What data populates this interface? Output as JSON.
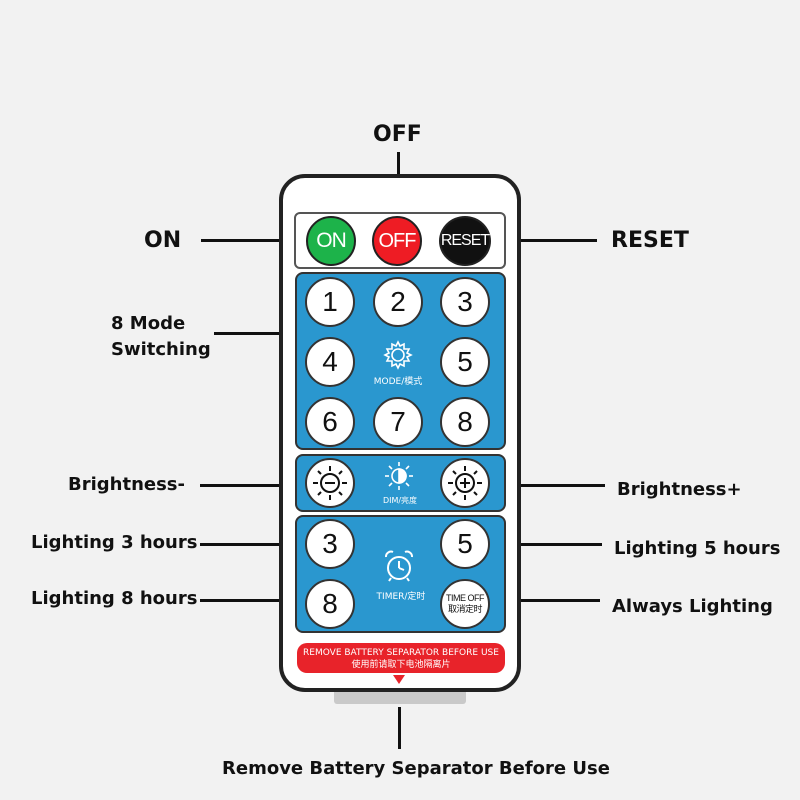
{
  "labels": {
    "off": "OFF",
    "on": "ON",
    "reset": "RESET",
    "mode_switching_1": "8 Mode",
    "mode_switching_2": "Switching",
    "brightness_minus": "Brightness-",
    "brightness_plus": "Brightness+",
    "lighting_3": "Lighting 3 hours",
    "lighting_5": "Lighting 5 hours",
    "lighting_8": "Lighting 8 hours",
    "always": "Always Lighting",
    "battery": "Remove Battery Separator Before Use"
  },
  "remote": {
    "power": {
      "on": "ON",
      "off": "OFF",
      "reset": "RESET"
    },
    "modes": [
      "1",
      "2",
      "3",
      "4",
      "5",
      "6",
      "7",
      "8"
    ],
    "mode_caption": "MODE/模式",
    "dim_caption": "DIM/亮度",
    "timer": {
      "t3": "3",
      "t5": "5",
      "t8": "8",
      "time_off_1": "TIME OFF",
      "time_off_2": "取消定时"
    },
    "timer_caption": "TIMER/定时",
    "banner_en": "REMOVE BATTERY SEPARATOR BEFORE USE",
    "banner_cn": "使用前请取下电池隔离片"
  },
  "colors": {
    "on": "#1db34a",
    "off": "#ee1c24",
    "reset": "#111111",
    "panel": "#2a97cf",
    "banner": "#e8232a"
  }
}
